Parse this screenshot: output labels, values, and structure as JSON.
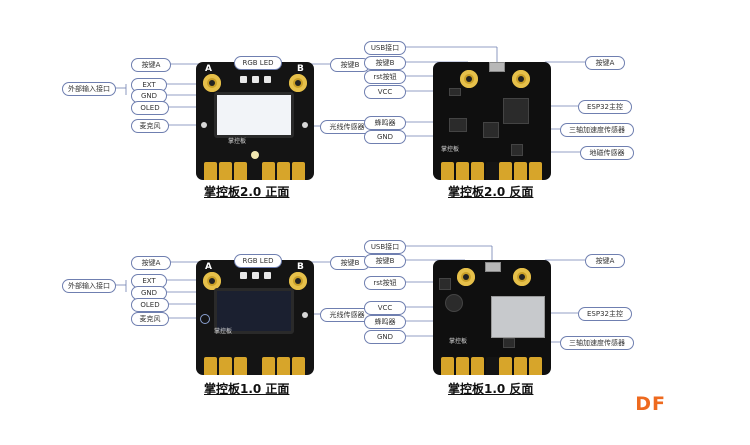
{
  "boards": {
    "front20": {
      "caption": "掌控板2.0 正面",
      "letter_a": "A",
      "letter_b": "B",
      "brand": "掌控板",
      "labels": {
        "button_a": "按键A",
        "rgb_led": "RGB LED",
        "button_b": "按键B",
        "external_input": "外部输入接口",
        "ext": "EXT",
        "gnd": "GND",
        "oled": "OLED",
        "mic": "麦克风",
        "light_sensor": "光线传感器"
      }
    },
    "back20": {
      "caption": "掌控板2.0 反面",
      "brand": "掌控板",
      "labels": {
        "usb": "USB接口",
        "button_b": "按键B",
        "button_a": "按键A",
        "rst": "rst按钮",
        "vcc": "VCC",
        "buzzer": "蜂鸣器",
        "gnd": "GND",
        "esp32": "ESP32主控",
        "accel": "三轴加速度传感器",
        "geomag": "地磁传感器"
      }
    },
    "front10": {
      "caption": "掌控板1.0 正面",
      "letter_a": "A",
      "letter_b": "B",
      "brand": "掌控板",
      "labels": {
        "button_a": "按键A",
        "rgb_led": "RGB LED",
        "button_b": "按键B",
        "external_input": "外部输入接口",
        "ext": "EXT",
        "gnd": "GND",
        "oled": "OLED",
        "mic": "麦克风",
        "light_sensor": "光线传感器"
      }
    },
    "back10": {
      "caption": "掌控板1.0 反面",
      "brand": "掌控板",
      "labels": {
        "usb": "USB接口",
        "button_b": "按键B",
        "button_a": "按键A",
        "rst": "rst按钮",
        "vcc": "VCC",
        "buzzer": "蜂鸣器",
        "gnd": "GND",
        "esp32": "ESP32主控",
        "accel": "三轴加速度传感器"
      }
    }
  },
  "watermark": "DF"
}
